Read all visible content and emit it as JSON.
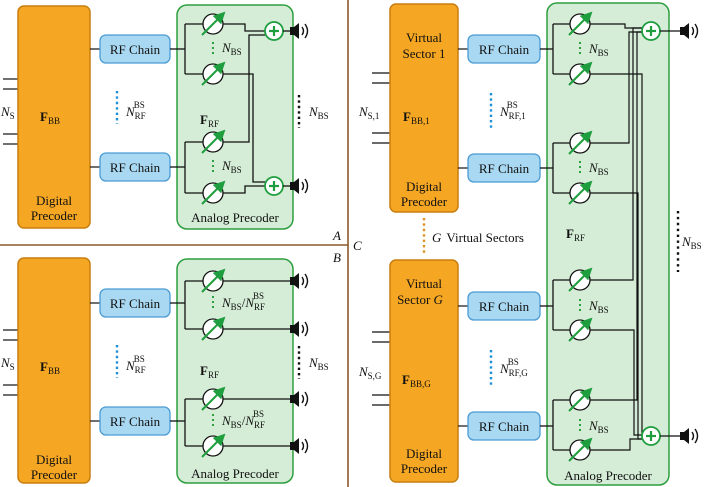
{
  "colors": {
    "precoder_fill": "#F5A623",
    "precoder_stroke": "#C87E10",
    "rf_fill": "#A9D8F2",
    "rf_stroke": "#4A9BD4",
    "analog_fill": "#D5EDD6",
    "analog_stroke": "#2E9E3E",
    "arrow_green": "#1E9E3E",
    "divider": "#8B5A2B",
    "dots_blue": "#1E90D8",
    "dots_green": "#2E9E3E",
    "dots_orange": "#E09020"
  },
  "icons": [
    "phase-shifter-icon",
    "adder-icon",
    "antenna-icon"
  ],
  "panel_labels": {
    "a": "A",
    "b": "B",
    "c": "C"
  },
  "common": {
    "rf_chain": "RF Chain",
    "digital": "Digital",
    "precoder": "Precoder",
    "analog_precoder": "Analog Precoder",
    "f": "F",
    "bb": "BB",
    "rf_sub": "RF",
    "n": "N",
    "s": "S",
    "bs": "BS",
    "rf_bs_sub": "RF"
  },
  "panel_a": {
    "f_bb": "F",
    "f_bb_sub": "BB",
    "n_s": "N",
    "n_s_sub": "S"
  },
  "panel_b": {
    "slash": "/"
  },
  "panel_c": {
    "sector1_line1": "Virtual",
    "sector1_line2": "Sector 1",
    "sectorg_line1": "Virtual",
    "sectorg_line2": "Sector ",
    "sectorg_var": "G",
    "bb1_sub": "BB,1",
    "bbg_sub": "BB,G",
    "ns1_sub": "S,1",
    "nsg_sub": "S,G",
    "nrf1_sub": "RF,1",
    "nrfg_sub": "RF,G",
    "g_label_var": "G",
    "g_label_text": "Virtual Sectors"
  }
}
